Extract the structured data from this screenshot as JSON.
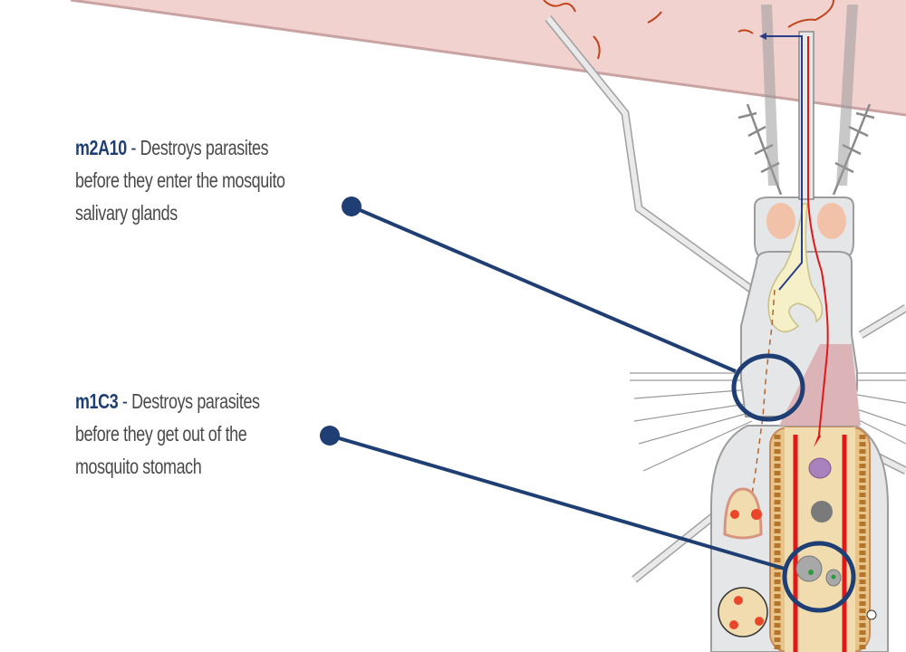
{
  "annotations": [
    {
      "code": "m2A10",
      "separator": " - ",
      "text": "Destroys parasites before they enter the mosquito salivary glands",
      "lines": [
        "Destroys parasites",
        "before they enter the mosquito",
        "salivary glands"
      ]
    },
    {
      "code": "m1C3",
      "separator": " - ",
      "text": "Destroys parasites before they get out of the mosquito stomach",
      "lines": [
        "Destroys parasites",
        "before they get out of the",
        "mosquito stomach"
      ]
    }
  ],
  "colors": {
    "accent": "#1f3f74",
    "text": "#4a4a4a",
    "skin": "#f2d2ce",
    "blood": "#e02020",
    "body": "#e4e6e7",
    "midgut": "#f1dcb0"
  }
}
